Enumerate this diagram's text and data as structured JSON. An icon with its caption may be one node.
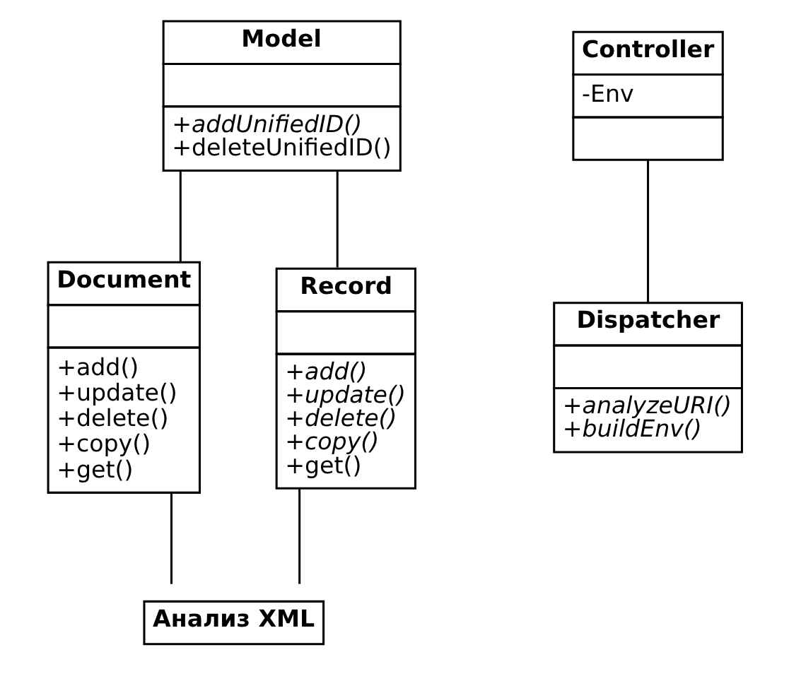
{
  "diagram": {
    "nodes": [
      {
        "text": [
          "Model",
          "*+addUnifiedID()*",
          "+deleteUnifiedID()"
        ]
      },
      {
        "text": [
          "Controller",
          "-Env"
        ]
      },
      {
        "text": [
          "Document",
          "+add()",
          "+update()",
          "+delete()",
          "+copy()",
          "+get()"
        ]
      },
      {
        "text": [
          "Record",
          "*+add()*",
          "*+update()*",
          "*+delete()*",
          "*+copy()*",
          "+get()"
        ]
      },
      {
        "text": [
          "Dispatcher",
          "*+analyzeURI()*",
          "*+buildEnv()*"
        ]
      },
      {
        "text": [
          "Анализ XML"
        ]
      }
    ],
    "edges": [
      {
        "from": 0,
        "to": 2,
        "arrow": "none"
      },
      {
        "from": 0,
        "to": 3,
        "arrow": "none"
      },
      {
        "from": 1,
        "to": 4,
        "arrow": "none"
      },
      {
        "from": 2,
        "to": 5,
        "arrow": "none"
      },
      {
        "from": 3,
        "to": 5,
        "arrow": "none"
      }
    ]
  }
}
